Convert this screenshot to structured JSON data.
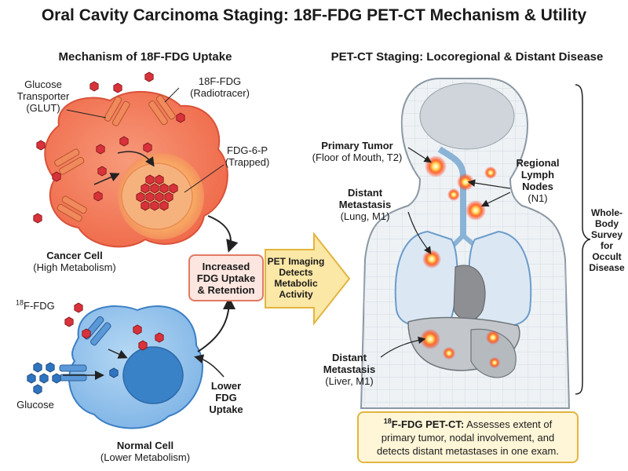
{
  "title": "Oral Cavity Carcinoma Staging: 18F-FDG PET-CT Mechanism & Utility",
  "left_panel": {
    "heading": "Mechanism of 18F-FDG Uptake",
    "glut_label": [
      "Glucose",
      "Transporter",
      "(GLUT)"
    ],
    "tracer_label": [
      "18F-FDG",
      "(Radiotracer)"
    ],
    "trapped_label": [
      "FDG-6-P",
      "(Trapped)"
    ],
    "cancer_cell": {
      "name": "Cancer Cell",
      "detail": "(High Metabolism)"
    },
    "normal_cell": {
      "name": "Normal Cell",
      "detail": "(Lower Metabolism)"
    },
    "fdg_sup": "18",
    "fdg_text": "F-FDG",
    "glucose_label": "Glucose",
    "lower_uptake": [
      "Lower",
      "FDG",
      "Uptake"
    ],
    "increased_box": [
      "Increased",
      "FDG Uptake",
      "& Retention"
    ],
    "pet_arrow": [
      "PET Imaging",
      "Detects",
      "Metabolic",
      "Activity"
    ]
  },
  "right_panel": {
    "heading": "PET-CT Staging: Locoregional & Distant Disease",
    "primary_tumor": {
      "name": "Primary Tumor",
      "detail": "(Floor of Mouth, T2)"
    },
    "lymph_nodes": {
      "lines": [
        "Regional",
        "Lymph",
        "Nodes"
      ],
      "detail": "(N1)"
    },
    "lung_met": {
      "lines": [
        "Distant",
        "Metastasis"
      ],
      "detail": "(Lung, M1)"
    },
    "liver_met": {
      "lines": [
        "Distant",
        "Metastasis"
      ],
      "detail": "(Liver, M1)"
    },
    "whole_body": [
      "Whole-",
      "Body",
      "Survey",
      "for",
      "Occult",
      "Disease"
    ],
    "summary": {
      "sup": "18",
      "bold": "F-FDG PET-CT:",
      "text1": " Assesses extent of",
      "line2": "primary tumor, nodal involvement, and",
      "line3": "detects distant metastases in one exam."
    }
  },
  "colors": {
    "cancer_fill": "#f47a5a",
    "cancer_edge": "#d9523a",
    "normal_fill": "#8fc1ea",
    "normal_edge": "#3b7fc4",
    "hexagon_red": "#d8323a",
    "hexagon_blue": "#2f74c0",
    "transporter_orange": "#f08a5d",
    "transporter_blue": "#5b98d8",
    "box_fill": "#fde6e0",
    "arrow_fill": "#fbe7a6",
    "summary_fill": "#fff6d8"
  }
}
